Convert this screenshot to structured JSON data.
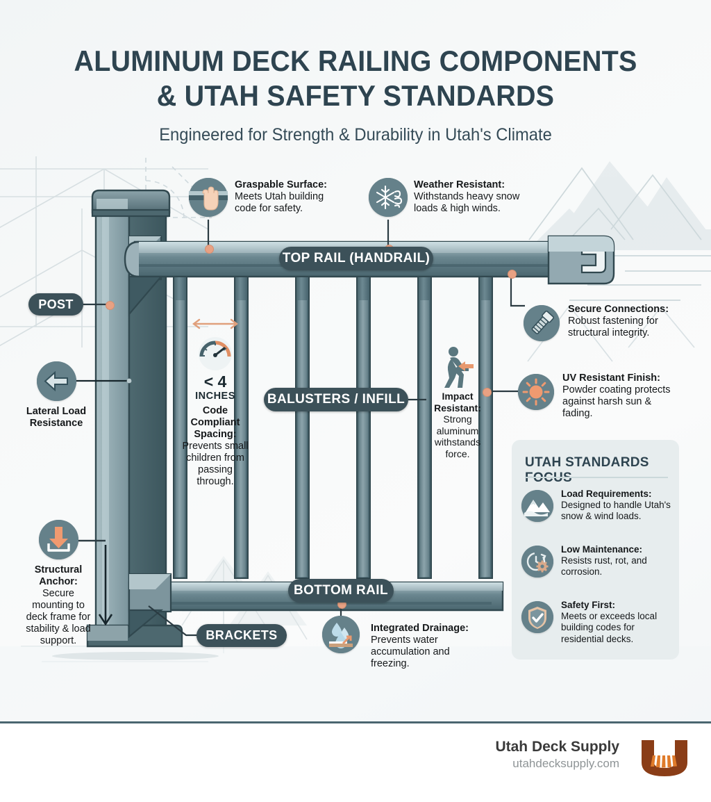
{
  "header": {
    "title_line1": "ALUMINUM DECK RAILING COMPONENTS",
    "title_line2": "& UTAH SAFETY STANDARDS",
    "subtitle": "Engineered for Strength & Durability in Utah's Climate"
  },
  "colors": {
    "ink": "#2e4450",
    "pill": "#3c5159",
    "icon_circle": "#65818a",
    "accent_orange": "#e8996f",
    "panel_bg": "#e7edee",
    "divider": "#4a6670",
    "logo_brown": "#8a3d17",
    "logo_plank": "#e07b2a"
  },
  "diagram_labels": {
    "top_rail": "TOP RAIL (HANDRAIL)",
    "balusters": "BALUSTERS / INFILL",
    "bottom_rail": "BOTTOM RAIL",
    "post": "POST",
    "brackets": "BRACKETS"
  },
  "callouts": [
    {
      "id": "graspable-surface",
      "icon": "hand-on-rail-icon",
      "heading": "Graspable Surface:",
      "body": "Meets Utah building code for safety."
    },
    {
      "id": "weather-resistant",
      "icon": "snowflake-wind-icon",
      "heading": "Weather Resistant:",
      "body": "Withstands heavy snow loads & high winds."
    },
    {
      "id": "secure-connections",
      "icon": "bolt-screw-icon",
      "heading": "Secure Connections:",
      "body": "Robust fastening for structural integrity."
    },
    {
      "id": "uv-resistant-finish",
      "icon": "sun-icon",
      "heading": "UV Resistant Finish:",
      "body": "Powder coating protects against harsh sun & fading."
    },
    {
      "id": "integrated-drainage",
      "icon": "water-drops-icon",
      "heading": "Integrated Drainage:",
      "body": "Prevents water accumulation and freezing."
    }
  ],
  "spacing_callout": {
    "icon": "gauge-icon",
    "value": "< 4",
    "unit": "INCHES",
    "heading": "Code Compliant Spacing:",
    "body": "Prevents small children from passing through."
  },
  "impact_callout": {
    "icon": "person-pushing-icon",
    "heading": "Impact Resistant:",
    "body": "Strong aluminum withstands force."
  },
  "lateral_callout": {
    "icon": "left-arrow-icon",
    "label": "Lateral Load Resistance"
  },
  "anchor_callout": {
    "icon": "down-arrow-anchor-icon",
    "heading": "Structural Anchor:",
    "body": "Secure mounting to deck frame for stability & load support."
  },
  "standards_panel": {
    "title": "UTAH STANDARDS FOCUS",
    "items": [
      {
        "icon": "mountain-icon",
        "heading": "Load Requirements:",
        "body": "Designed to handle Utah's snow & wind loads."
      },
      {
        "icon": "clock-gear-icon",
        "heading": "Low Maintenance:",
        "body": "Resists rust, rot, and corrosion."
      },
      {
        "icon": "shield-check-icon",
        "heading": "Safety First:",
        "body": "Meets or exceeds local building codes for residential decks."
      }
    ]
  },
  "footer": {
    "brand_name": "Utah Deck Supply",
    "brand_url": "utahdecksupply.com",
    "logo": "deck-u-logo"
  }
}
